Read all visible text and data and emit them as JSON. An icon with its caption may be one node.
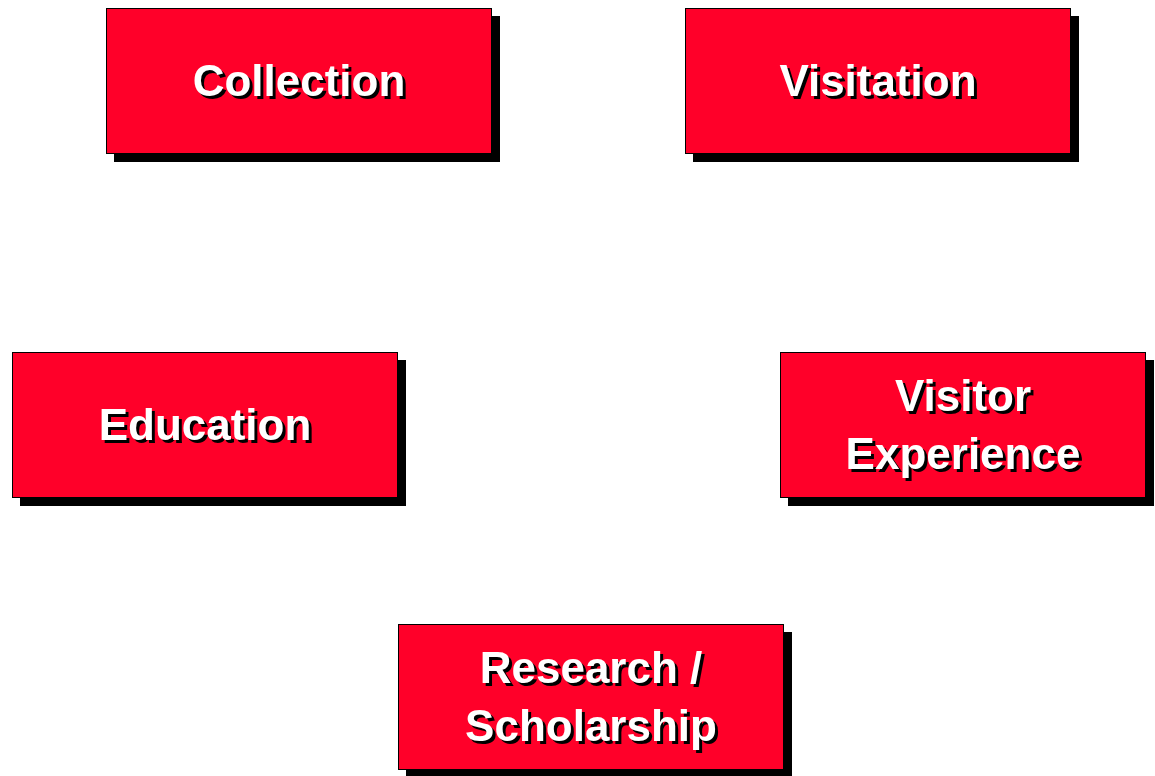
{
  "diagram": {
    "nodes": [
      {
        "text": [
          "Collection"
        ]
      },
      {
        "text": [
          "Visitation"
        ]
      },
      {
        "text": [
          "Education"
        ]
      },
      {
        "text": [
          "Visitor Experience"
        ]
      },
      {
        "text": [
          "Research / Scholarship"
        ]
      }
    ]
  }
}
